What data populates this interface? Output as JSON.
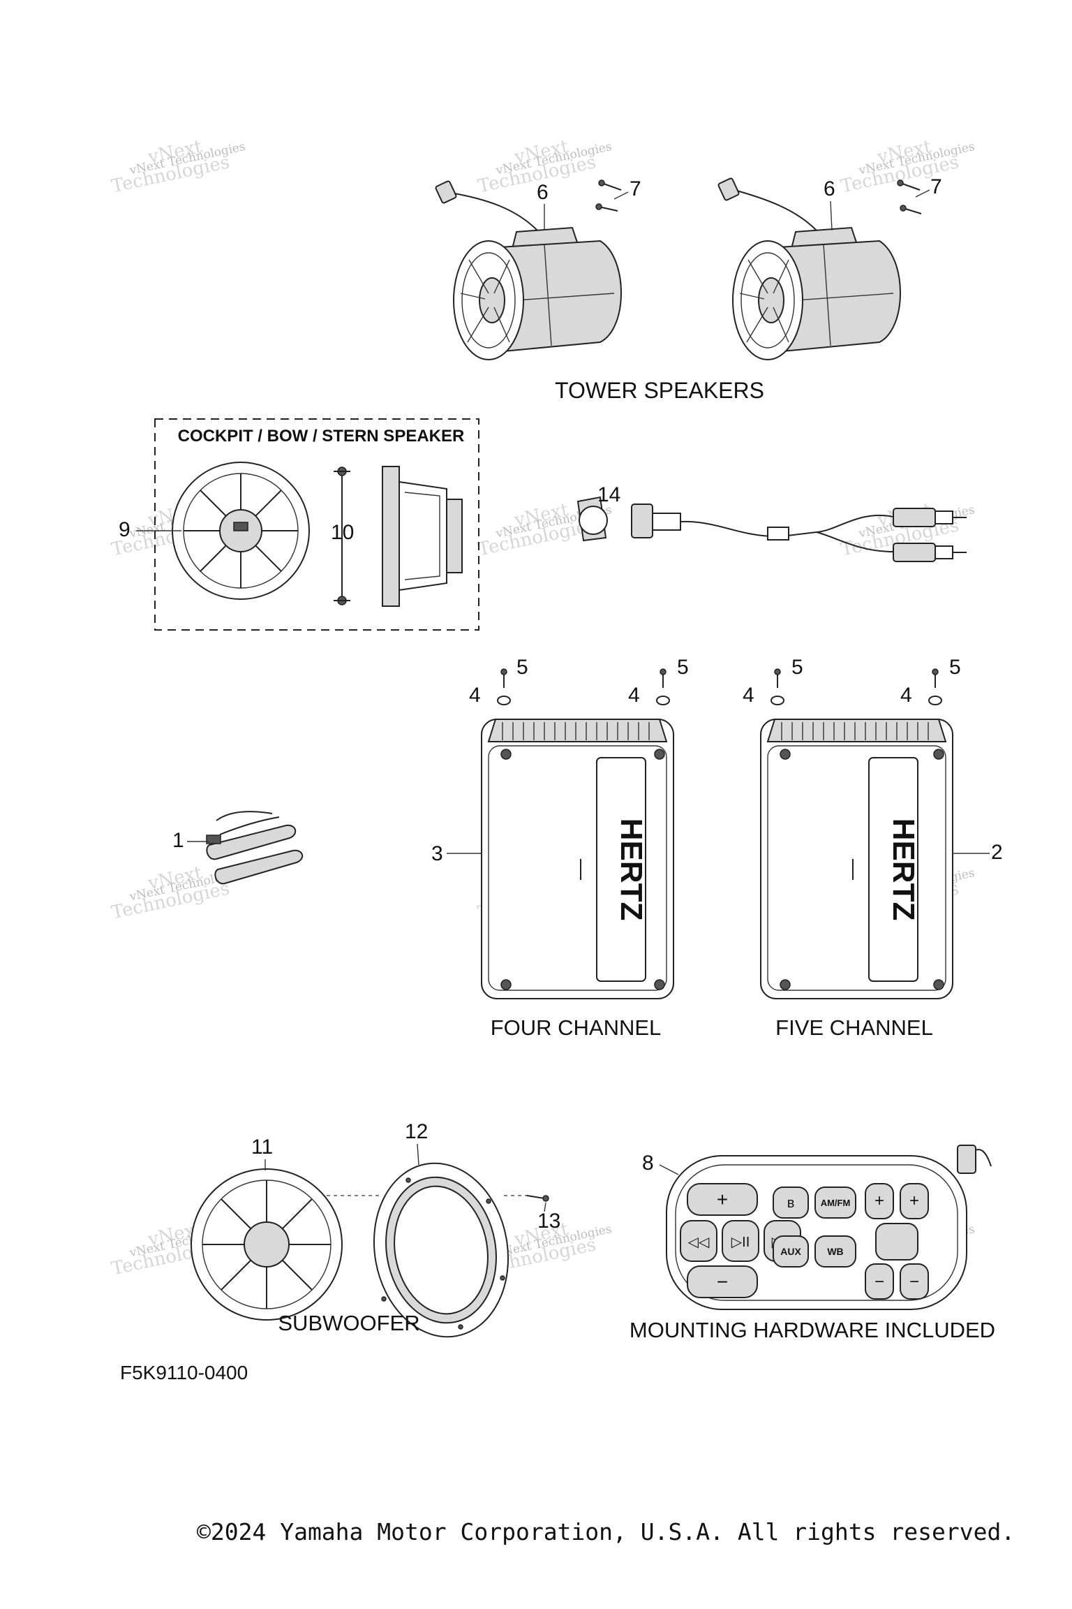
{
  "labels": {
    "tower_speakers": "TOWER SPEAKERS",
    "cockpit_box": "COCKPIT / BOW / STERN SPEAKER",
    "four_channel": "FOUR CHANNEL",
    "five_channel": "FIVE CHANNEL",
    "subwoofer": "SUBWOOFER",
    "mounting_hardware": "MOUNTING HARDWARE INCLUDED",
    "diagram_code": "F5K9110-0400",
    "copyright": "©2024 Yamaha Motor Corporation, U.S.A. All rights reserved."
  },
  "callouts": {
    "c1": "1",
    "c2": "2",
    "c3": "3",
    "c4a": "4",
    "c4b": "4",
    "c4c": "4",
    "c4d": "4",
    "c5a": "5",
    "c5b": "5",
    "c5c": "5",
    "c5d": "5",
    "c6a": "6",
    "c6b": "6",
    "c7a": "7",
    "c7b": "7",
    "c8": "8",
    "c9": "9",
    "c10": "10",
    "c11": "11",
    "c12": "12",
    "c13": "13",
    "c14": "14"
  },
  "brand": {
    "amp_logo": "HERTZ"
  },
  "controller_buttons": {
    "aux": "AUX",
    "wb": "WB",
    "am_fm": "AM/FM"
  },
  "watermark": {
    "line1": "vNext Technologies",
    "line2": "Technologies",
    "line3": "vNext"
  }
}
